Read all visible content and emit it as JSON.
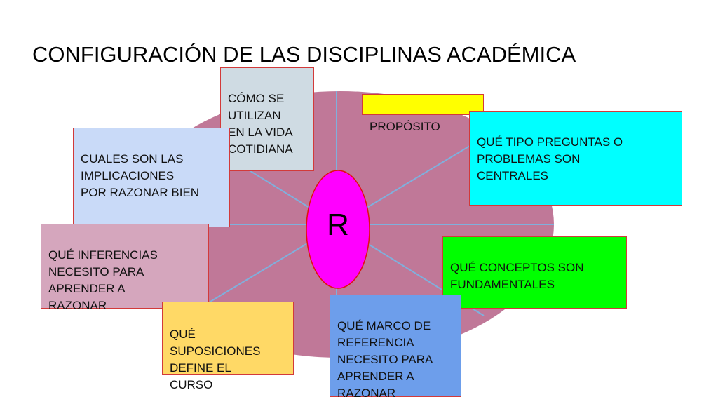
{
  "title": "CONFIGURACIÓN DE LAS DISCIPLINAS ACADÉMICA",
  "center": {
    "label": "R",
    "color": "#ff00ff"
  },
  "wheel": {
    "fill": "#c07898",
    "spoke_color": "#7fb0dd"
  },
  "boxes": {
    "como_se_utilizan": {
      "text": "CÓMO SE\nUTILIZAN\nEN LA VIDA\nCOTIDIANA",
      "bg": "#cfdbe3"
    },
    "proposito": {
      "text": "PROPÓSITO",
      "bg": "#ffff00"
    },
    "preguntas": {
      "text": "QUÉ TIPO PREGUNTAS O\nPROBLEMAS SON\nCENTRALES",
      "bg": "#00ffff"
    },
    "implicaciones": {
      "text": "CUALES SON LAS\nIMPLICACIONES\nPOR RAZONAR BIEN",
      "bg": "#c9daf8"
    },
    "inferencias": {
      "text": "QUÉ INFERENCIAS\nNECESITO PARA\nAPRENDER A\nRAZONAR",
      "bg": "#d5a6bd"
    },
    "conceptos": {
      "text": "QUÉ CONCEPTOS SON\nFUNDAMENTALES",
      "bg": "#00ff00"
    },
    "suposiciones": {
      "text": "QUÉ\nSUPOSICIONES\nDEFINE EL\nCURSO",
      "bg": "#ffd966"
    },
    "marco": {
      "text": "QUÉ MARCO DE\nREFERENCIA\nNECESITO PARA\nAPRENDER A\nRAZONAR",
      "bg": "#6d9eeb"
    }
  }
}
